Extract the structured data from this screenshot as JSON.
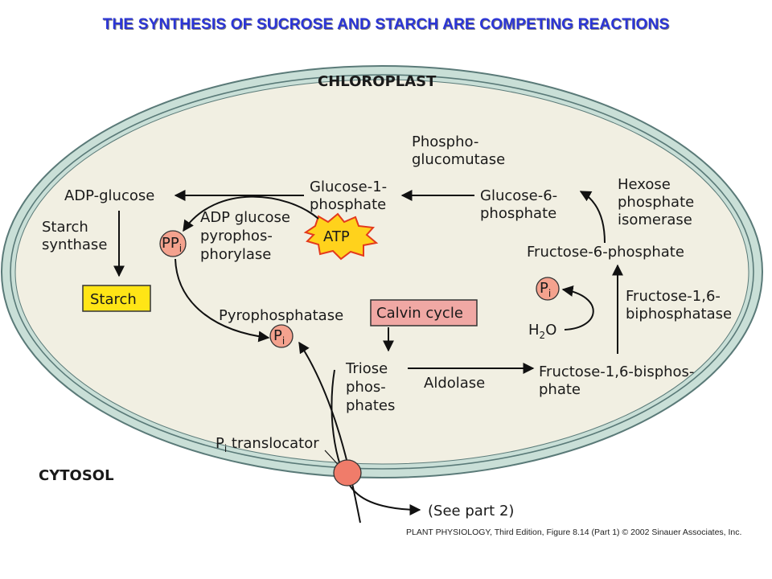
{
  "title": "THE SYNTHESIS OF SUCROSE AND STARCH ARE COMPETING REACTIONS",
  "title_color": "#2b35d6",
  "compartments": {
    "chloroplast": "CHLOROPLAST",
    "cytosol": "CYTOSOL"
  },
  "metabolites": {
    "adp_glucose": "ADP-glucose",
    "glucose1p_l1": "Glucose-1-",
    "glucose1p_l2": "phosphate",
    "glucose6p_l1": "Glucose-6-",
    "glucose6p_l2": "phosphate",
    "fructose6p": "Fructose-6-phosphate",
    "fbp_l1": "Fructose-1,6-bisphos-",
    "fbp_l2": "phate",
    "triose_l1": "Triose",
    "triose_l2": "phos-",
    "triose_l3": "phates",
    "starch": "Starch",
    "atp": "ATP",
    "ppi": "PP",
    "pi": "P",
    "subscript_i": "i",
    "h2o_h": "H",
    "h2o_2": "2",
    "h2o_o": "O"
  },
  "enzymes": {
    "phosphoglucomutase_l1": "Phospho-",
    "phosphoglucomutase_l2": "glucomutase",
    "hexose_isomerase_l1": "Hexose",
    "hexose_isomerase_l2": "phosphate",
    "hexose_isomerase_l3": "isomerase",
    "fbpase_l1": "Fructose-1,6-",
    "fbpase_l2": "biphosphatase",
    "starch_synthase_l1": "Starch",
    "starch_synthase_l2": "synthase",
    "agpase_l1": "ADP glucose",
    "agpase_l2": "pyrophos-",
    "agpase_l3": "phorylase",
    "pyrophosphatase": "Pyrophosphatase",
    "aldolase": "Aldolase",
    "pi_translocator": " translocator",
    "calvin_cycle": "Calvin cycle"
  },
  "see_part2": "(See part 2)",
  "caption": "PLANT PHYSIOLOGY, Third Edition, Figure 8.14 (Part 1)  © 2002 Sinauer Associates, Inc.",
  "colors": {
    "membrane_fill": "#c9dfd7",
    "membrane_stroke": "#5a7a78",
    "stroma": "#f1efe2",
    "starch_box": "#ffe516",
    "calvin_box": "#f0a8a4",
    "atp_star": "#ffd21c",
    "atp_star_stroke": "#e43a1c",
    "pi_circle": "#f4a28e",
    "translocator": "#f07c6a"
  }
}
